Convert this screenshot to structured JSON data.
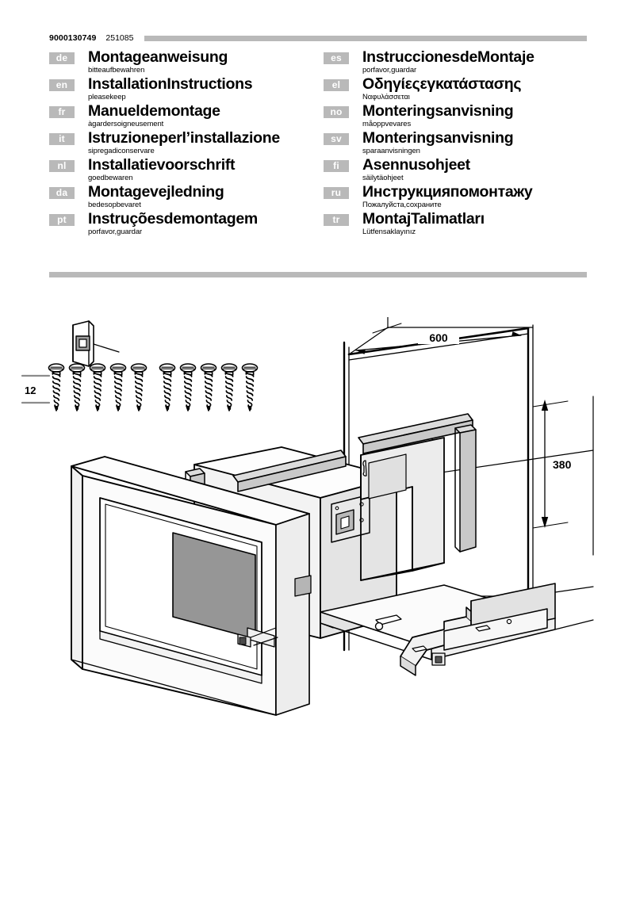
{
  "header": {
    "doc_number": "9000130749",
    "doc_code": "251085"
  },
  "languages_left": [
    {
      "code": "de",
      "title": "Montageanweisung",
      "subtitle": "bitteaufbewahren"
    },
    {
      "code": "en",
      "title": "InstallationInstructions",
      "subtitle": "pleasekeep"
    },
    {
      "code": "fr",
      "title": "Manueldemontage",
      "subtitle": "àgardersoigneusement"
    },
    {
      "code": "it",
      "title": "Istruzioneperl’installazione",
      "subtitle": "sipregadiconservare"
    },
    {
      "code": "nl",
      "title": "Installatievoorschrift",
      "subtitle": "goedbewaren"
    },
    {
      "code": "da",
      "title": "Montagevejledning",
      "subtitle": "bedesopbevaret"
    },
    {
      "code": "pt",
      "title": "Instruçõesdemontagem",
      "subtitle": "porfavor,guardar"
    }
  ],
  "languages_right": [
    {
      "code": "es",
      "title": "InstruccionesdeMontaje",
      "subtitle": "porfavor,guardar"
    },
    {
      "code": "el",
      "title": "Οδηγίεςεγκατάστασης",
      "subtitle": "Ναφυλάσσεται"
    },
    {
      "code": "no",
      "title": "Monteringsanvisning",
      "subtitle": "måoppvevares"
    },
    {
      "code": "sv",
      "title": "Monteringsanvisning",
      "subtitle": "sparaanvisningen"
    },
    {
      "code": "fi",
      "title": "Asennusohjeet",
      "subtitle": "säilytäohjeet"
    },
    {
      "code": "ru",
      "title": "Инструкцияпомонтажу",
      "subtitle": "Пожалуйста,сохраните"
    },
    {
      "code": "tr",
      "title": "MontajTalimatları",
      "subtitle": "Lütfensaklayınız"
    }
  ],
  "figure": {
    "screws": {
      "label": "12",
      "count": 10,
      "groups": 2,
      "per_group": 5
    },
    "dimensions": {
      "width": "600",
      "height": "380"
    }
  },
  "colors": {
    "rule_gray": "#b9b9b9",
    "badge_gray": "#b9b9b9",
    "badge_text": "#ffffff",
    "window_gray": "#969696",
    "panel_light": "#e3e3e3",
    "panel_mid": "#cfcfcf",
    "line": "#000000",
    "page_bg": "#ffffff"
  }
}
